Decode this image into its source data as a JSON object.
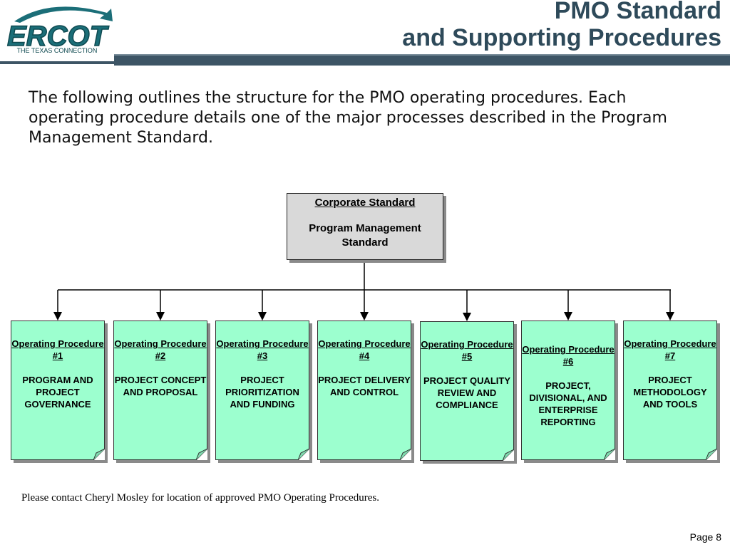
{
  "header": {
    "logo_text": "ERCOT",
    "logo_tagline": "THE TEXAS CONNECTION",
    "title_line1": "PMO Standard",
    "title_line2": "and Supporting Procedures",
    "colors": {
      "title": "#2e4a5a",
      "bar": "#3d5565",
      "logo": "#1b6e78"
    }
  },
  "intro": "The following outlines the structure for the PMO operating procedures. Each operating procedure details one of the major processes described in the Program Management Standard.",
  "diagram": {
    "root": {
      "head": "Corporate Standard",
      "body": "Program Management Standard",
      "color": "#d9d9d9"
    },
    "procedures": [
      {
        "title": "Operating Procedure #1",
        "body": "PROGRAM AND PROJECT GOVERNANCE"
      },
      {
        "title": "Operating Procedure #2",
        "body": "PROJECT CONCEPT AND PROPOSAL"
      },
      {
        "title": "Operating Procedure #3",
        "body": "PROJECT PRIORITIZATION AND FUNDING"
      },
      {
        "title": "Operating Procedure #4",
        "body": "PROJECT DELIVERY AND CONTROL"
      },
      {
        "title": "Operating Procedure #5",
        "body": "PROJECT QUALITY REVIEW AND COMPLIANCE"
      },
      {
        "title": "Operating Procedure #6",
        "body": "PROJECT, DIVISIONAL, AND ENTERPRISE REPORTING"
      },
      {
        "title": "Operating Procedure #7",
        "body": "PROJECT METHODOLOGY AND TOOLS"
      }
    ],
    "proc_color": "#9cffcf"
  },
  "footer": {
    "note": "Please contact Cheryl Mosley for location of approved PMO Operating Procedures.",
    "page": "Page 8"
  }
}
